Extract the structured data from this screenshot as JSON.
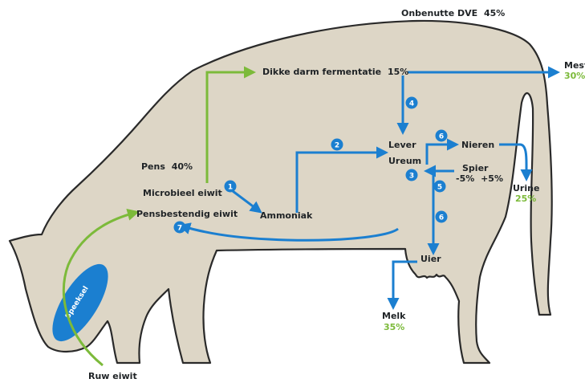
{
  "colors": {
    "body": "#ddd6c6",
    "outline": "#2a2a2a",
    "flow_blue": "#1b7fd0",
    "flow_green": "#7cba3a",
    "percent_red": "#e0242b",
    "percent_green": "#7cba3a",
    "label_dark": "#1f2326"
  },
  "labels": {
    "onbenutte": {
      "text": "Onbenutte DVE",
      "pct": "45%"
    },
    "dikke_darm": {
      "text": "Dikke darm fermentatie",
      "pct": "15%"
    },
    "mest": {
      "text": "Mest",
      "pct": "30%"
    },
    "pens": {
      "text": "Pens",
      "pct": "40%"
    },
    "microbieel": "Microbieel eiwit",
    "pensbestendig": "Pensbestendig eiwit",
    "ammoniak": "Ammoniak",
    "lever": "Lever",
    "ureum": "Ureum",
    "nieren": "Nieren",
    "spier": {
      "text": "Spier",
      "neg": "-5%",
      "pos": "+5%"
    },
    "urine": {
      "text": "Urine",
      "pct": "25%"
    },
    "uier": "Uier",
    "melk": {
      "text": "Melk",
      "pct": "35%"
    },
    "ruw_eiwit": "Ruw eiwit",
    "speeksel_gland": "Speeksel",
    "speeksel_ghost": "Speeksel"
  },
  "steps": [
    "1",
    "2",
    "3",
    "4",
    "5",
    "6",
    "6",
    "7"
  ]
}
